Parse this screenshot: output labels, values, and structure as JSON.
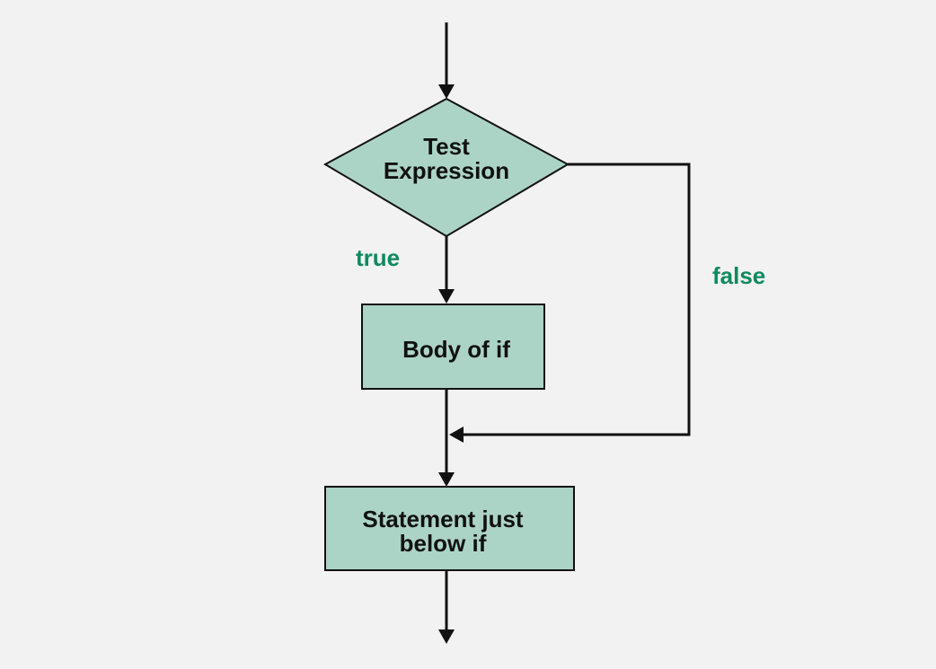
{
  "nodes": {
    "decision": {
      "line1": "Test",
      "line2": "Expression"
    },
    "body": {
      "label": "Body of if"
    },
    "statement": {
      "line1": "Statement just",
      "line2": "below if"
    }
  },
  "edges": {
    "true_label": "true",
    "false_label": "false"
  },
  "colors": {
    "background": "#f2f2f2",
    "node_fill": "#acd4c6",
    "stroke": "#111111",
    "label_green": "#0f8a5f"
  }
}
